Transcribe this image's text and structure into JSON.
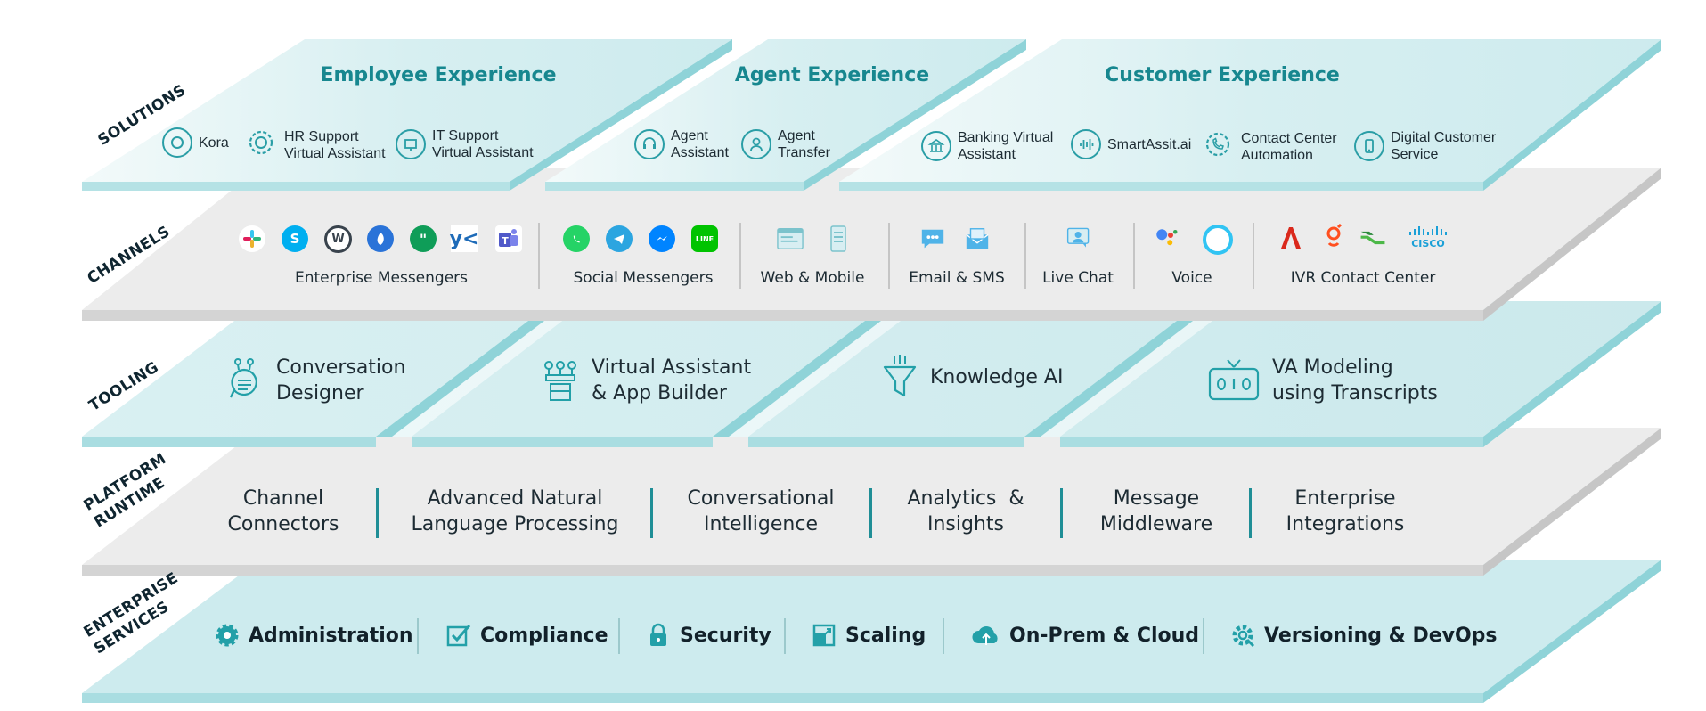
{
  "layers": {
    "solutions": "SOLUTIONS",
    "channels": "CHANNELS",
    "tooling": "TOOLING",
    "platform_runtime": "PLATFORM\nRUNTIME",
    "enterprise_services": "ENTERPRISE\nSERVICES"
  },
  "solutions": {
    "employee": {
      "title": "Employee Experience",
      "items": [
        "Kora",
        "HR Support\nVirtual Assistant",
        "IT Support\nVirtual Assistant"
      ]
    },
    "agent": {
      "title": "Agent Experience",
      "items": [
        "Agent\nAssistant",
        "Agent\nTransfer"
      ]
    },
    "customer": {
      "title": "Customer Experience",
      "items": [
        "Banking Virtual\nAssistant",
        "SmartAssit.ai",
        "Contact Center\nAutomation",
        "Digital Customer\nService"
      ]
    }
  },
  "channels": {
    "groups": [
      "Enterprise Messengers",
      "Social Messengers",
      "Web & Mobile",
      "Email & SMS",
      "Live Chat",
      "Voice",
      "IVR Contact Center"
    ],
    "icons": {
      "enterprise": [
        "slack-icon",
        "skype-icon",
        "webex-icon",
        "ringcentral-icon",
        "hangouts-icon",
        "yammer-icon",
        "teams-icon"
      ],
      "social": [
        "whatsapp-icon",
        "telegram-icon",
        "messenger-icon",
        "line-icon"
      ],
      "web": [
        "web-browser-icon",
        "mobile-app-icon"
      ],
      "email": [
        "sms-icon",
        "email-icon"
      ],
      "livechat": [
        "live-chat-icon"
      ],
      "voice": [
        "google-assistant-icon",
        "alexa-icon"
      ],
      "ivr": [
        "avaya-icon",
        "genesys-icon",
        "nice-icon",
        "cisco-icon"
      ]
    },
    "brand_text": {
      "line": "LINE",
      "cisco": "CISCO"
    }
  },
  "tooling": [
    "Conversation\nDesigner",
    "Virtual Assistant\n& App Builder",
    "Knowledge AI",
    "VA Modeling\nusing Transcripts"
  ],
  "runtime": [
    "Channel\nConnectors",
    "Advanced Natural\nLanguage Processing",
    "Conversational\nIntelligence",
    "Analytics  &\nInsights",
    "Message\nMiddleware",
    "Enterprise\nIntegrations"
  ],
  "enterprise_services": [
    "Administration",
    "Compliance",
    "Security",
    "Scaling",
    "On-Prem & Cloud",
    "Versioning & DevOps"
  ],
  "colors": {
    "teal_accent": "#17878f",
    "teal_plate": "#d6eef0",
    "teal_edge": "#8fd3d8",
    "gray_plate": "#ebebeb",
    "gray_edge": "#cfcfcf",
    "text": "#1d2b33"
  }
}
